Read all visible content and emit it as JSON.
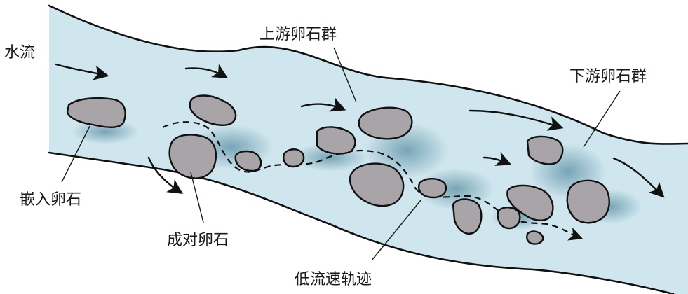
{
  "labels": {
    "water_flow": "水流",
    "upstream_cluster": "上游卵石群",
    "downstream_cluster": "下游卵石群",
    "embedded_pebble": "嵌入卵石",
    "paired_pebbles": "成对卵石",
    "low_velocity_track": "低流速轨迹"
  },
  "colors": {
    "water": "#cfe6ee",
    "stone": "#a9a4a7",
    "sediment": "#2f6f86",
    "ink": "#111111"
  }
}
